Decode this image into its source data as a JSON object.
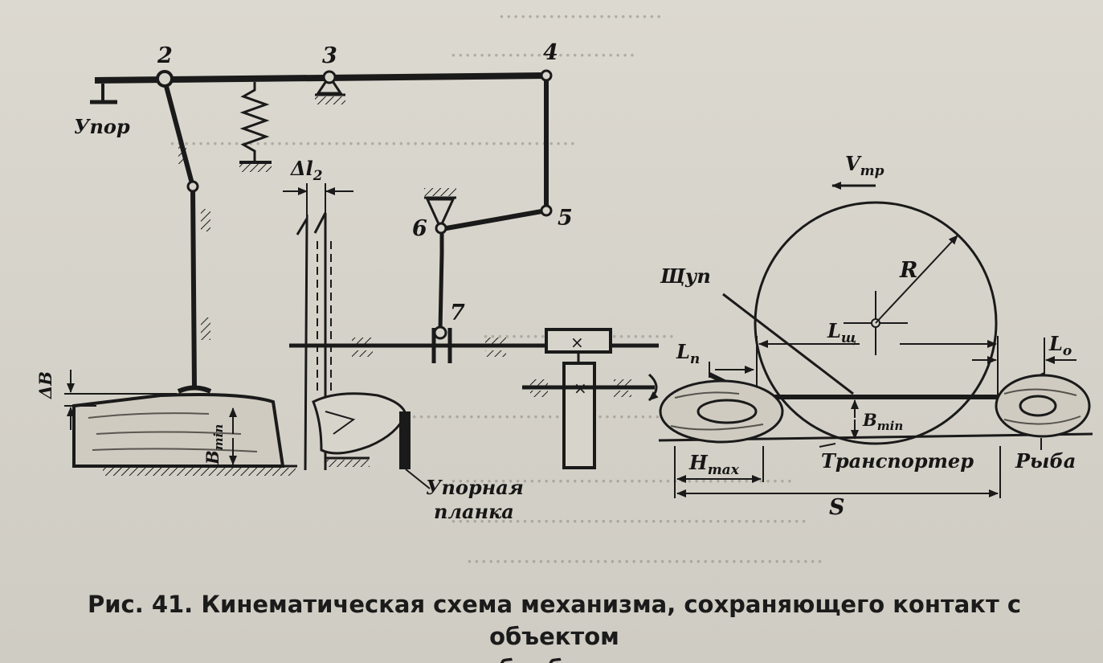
{
  "figure": {
    "caption_prefix": "Рис. 41.",
    "caption_line1": "Кинематическая схема механизма, сохраняющего контакт с объектом",
    "caption_line2": "обработки"
  },
  "labels": {
    "n2": "2",
    "n3": "3",
    "n4": "4",
    "n5": "5",
    "n6": "6",
    "n7": "7",
    "upor": "Упор",
    "delta_l2": "Δl",
    "delta_l2_sub": "2",
    "delta_b": "ΔB",
    "b_min_left": "B",
    "b_min_left_sub": "min",
    "upornaya": "Упорная",
    "planka": "планка",
    "v_tr": "V",
    "v_tr_sub": "тр",
    "shchup": "Щуп",
    "radius": "R",
    "l_shch": "L",
    "l_shch_sub": "щ",
    "l_p": "L",
    "l_p_sub": "п",
    "l_o": "L",
    "l_o_sub": "о",
    "b_min_right": "B",
    "b_min_right_sub": "min",
    "h_max": "H",
    "h_max_sub": "max",
    "transporter": "Транспортер",
    "ryba": "Рыба",
    "s": "S"
  }
}
